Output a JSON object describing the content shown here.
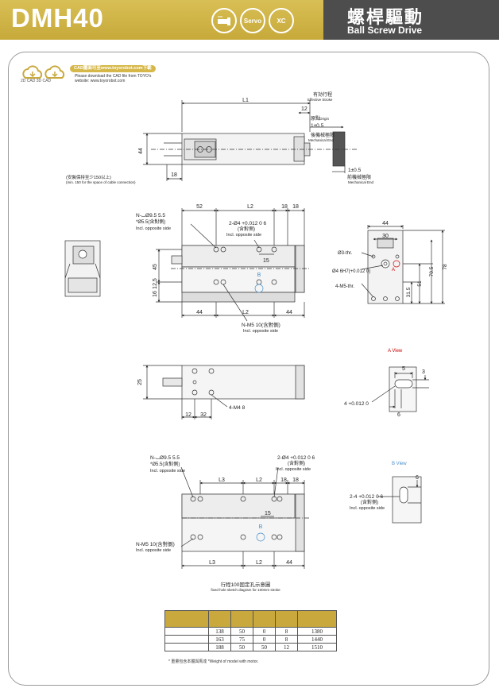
{
  "header": {
    "model": "DMH40",
    "icons": [
      {
        "name": "stepper-motor-icon",
        "label": ""
      },
      {
        "name": "servo-icon",
        "label": "Servo"
      },
      {
        "name": "xc-icon",
        "label": "XC"
      }
    ],
    "title_cn": "螺桿驅動",
    "title_en": "Ball Screw Drive"
  },
  "cad": {
    "logo_caption": "2D CAD 3D CAD",
    "banner": "CAD圖面可至www.toyorobot.com下載",
    "line2": "Please download the CAD file from TOYO's",
    "line3": "website: www.toyorobot.com"
  },
  "top_view": {
    "l1": "L1",
    "stroke_cn": "有効行程",
    "stroke_en": "Effective Stroke",
    "dim_12": "12",
    "origin_cn": "原點",
    "origin_en": "Origin",
    "tol_1": "1±0.5",
    "mech_end_cn": "後機械極限",
    "mech_end_en": "Mechanical End",
    "dim_44": "44",
    "dim_18": "18",
    "tol_2": "1±0.5",
    "front_end_cn": "前機械極限",
    "front_end_en": "Mechanical End",
    "cable_cn": "(安裝保持至少150以上)",
    "cable_en": "(min. 150 for the space of cable connection)"
  },
  "side_view": {
    "dim_52": "52",
    "l2": "L2",
    "dim_18a": "18",
    "dim_18b": "18",
    "hole_a": "N-⌴Ø9.5  5.5",
    "hole_b": "*Ø5.5(含對側)",
    "hole_c": "Incl. opposite side",
    "pin_a": "2-Ø4 +0.012 0  6",
    "pin_b": "(含對側)",
    "pin_c": "Incl. opposite side",
    "dim_15": "15",
    "dim_45": "45",
    "dim_16": "16",
    "dim_125": "12.5",
    "label_b": "B",
    "dim_44a": "44",
    "l2b": "L2",
    "dim_44b": "44",
    "tap_a": "N-M5  10(含對側)",
    "tap_b": "Incl. opposite side"
  },
  "end_view": {
    "dim_44": "44",
    "dim_30": "30",
    "thr_1": "Ø3-thr.",
    "bore": "Ø4  6H7(+0.012 0)",
    "thr_2": "4-M5-thr.",
    "label_a": "A",
    "dim_315": "31.5",
    "dim_51": "51",
    "dim_705": "70.5",
    "dim_78": "78"
  },
  "bottom_view": {
    "dim_25": "25",
    "dim_12": "12",
    "dim_32": "32",
    "tap": "4-M4  8"
  },
  "a_view": {
    "title": "A View",
    "dim_5": "5",
    "dim_3": "3",
    "tol": "4 +0.012 0",
    "dim_6": "6"
  },
  "b_view": {
    "title": "B View",
    "dim_6": "6",
    "tol_a": "2-4 +0.012 0  6",
    "tol_b": "(含對側)",
    "tol_c": "Incl. opposite side"
  },
  "stroke100": {
    "hole_a": "N-⌴Ø9.5  5.5",
    "hole_b": "*Ø5.5(含對側)",
    "hole_c": "Incl. opposite side",
    "pin_a": "2-Ø4 +0.012 0  6",
    "pin_b": "(含對側)",
    "pin_c": "Incl. opposite side",
    "l3": "L3",
    "l2": "L2",
    "dim_18a": "18",
    "dim_18b": "18",
    "dim_15": "15",
    "label_b": "B",
    "tap_a": "N-M5  10(含對側)",
    "tap_b": "Incl. opposite side",
    "l3b": "L3",
    "l2b": "L2",
    "dim_44": "44",
    "caption_cn": "行程100固定孔示意圖",
    "caption_en": "fixed hole sketch diagram for 100mm stroke"
  },
  "spec_table": {
    "rows": [
      [
        "",
        "138",
        "50",
        "0",
        "8",
        "1380"
      ],
      [
        "",
        "163",
        "75",
        "0",
        "8",
        "1440"
      ],
      [
        "",
        "188",
        "50",
        "50",
        "12",
        "1510"
      ]
    ]
  },
  "weight_note": "* 重量包含本體與馬達 *Weight of model with motor."
}
